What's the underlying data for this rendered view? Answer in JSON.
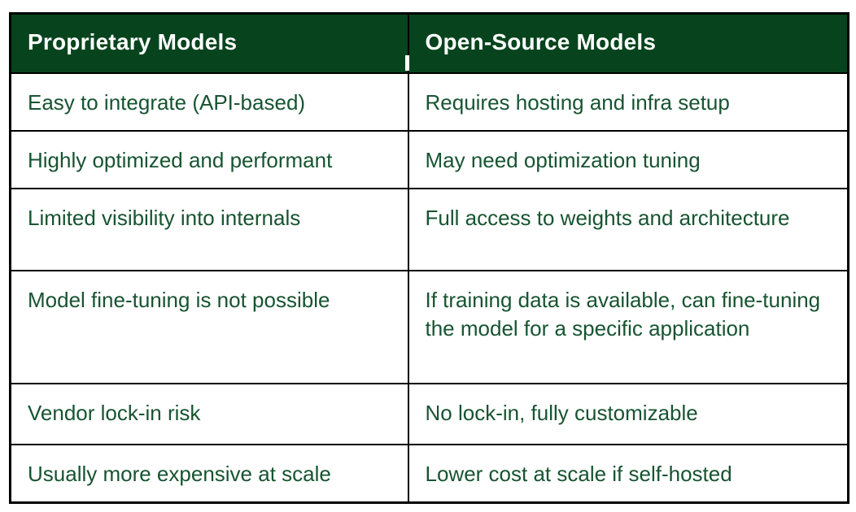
{
  "table": {
    "columns": [
      {
        "header": "Proprietary Models"
      },
      {
        "header": "Open-Source Models"
      }
    ],
    "rows": [
      {
        "proprietary": "Easy to integrate (API-based)",
        "open_source": "Requires hosting and infra setup"
      },
      {
        "proprietary": "Highly optimized and performant",
        "open_source": "May need optimization tuning"
      },
      {
        "proprietary": "Limited visibility into internals",
        "open_source": "Full access to weights and architecture"
      },
      {
        "proprietary": "Model fine-tuning is not possible",
        "open_source": "If training data is available, can fine-tuning the model for a specific application"
      },
      {
        "proprietary": "Vendor lock-in risk",
        "open_source": "No lock-in, fully customizable"
      },
      {
        "proprietary": "Usually more expensive at scale",
        "open_source": "Lower cost at scale if self-hosted"
      }
    ],
    "colors": {
      "header_bg": "#07441d",
      "header_text": "#ffffff",
      "body_text": "#175431",
      "border": "#000000",
      "cell_bg": "#ffffff"
    }
  }
}
